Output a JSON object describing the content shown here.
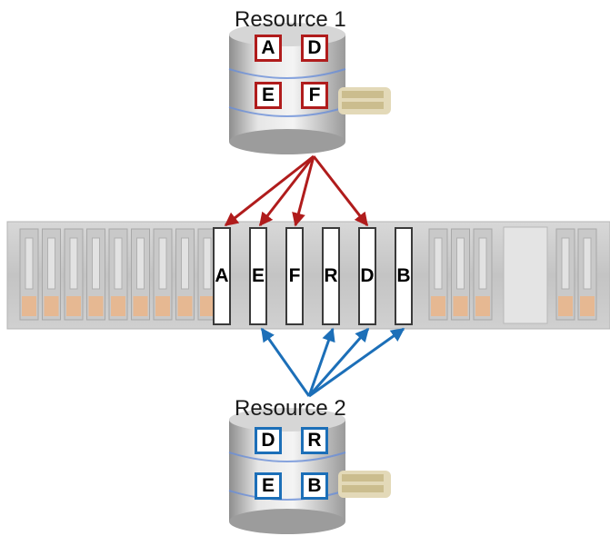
{
  "resource1": {
    "title": "Resource 1",
    "items": [
      "A",
      "D",
      "E",
      "F"
    ],
    "color": "#b01c1c"
  },
  "resource2": {
    "title": "Resource 2",
    "items": [
      "D",
      "R",
      "E",
      "B"
    ],
    "color": "#1c6fb8"
  },
  "array": {
    "slots": [
      "A",
      "E",
      "F",
      "R",
      "D",
      "B"
    ]
  },
  "links": {
    "resource1_targets": [
      "A",
      "E",
      "F",
      "D"
    ],
    "resource2_targets": [
      "E",
      "R",
      "D",
      "B"
    ]
  }
}
